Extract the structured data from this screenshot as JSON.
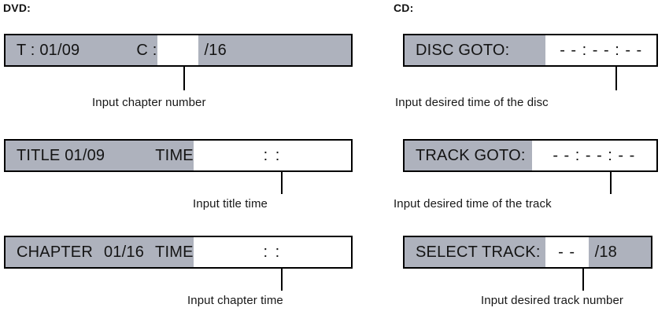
{
  "sections": {
    "dvd": {
      "heading": "DVD:"
    },
    "cd": {
      "heading": "CD:"
    }
  },
  "dvd_panels": [
    {
      "name": "title-chapter-select",
      "title_label": "T : 01/09",
      "chapter_label": "C :",
      "chapter_input_value": "",
      "chapter_total": "/16",
      "caption": "Input chapter number"
    },
    {
      "name": "title-time",
      "title_label": "TITLE  01/09",
      "time_label": "TIME",
      "time_input_value": ":      :",
      "caption": "Input title time"
    },
    {
      "name": "chapter-time",
      "chapter_label": "CHAPTER",
      "chapter_number": "01/16",
      "time_label": "TIME",
      "time_input_value": ":      :",
      "caption": "Input chapter time"
    }
  ],
  "cd_panels": [
    {
      "name": "disc-goto",
      "label": "DISC GOTO:",
      "input_value": "- - : - - : - -",
      "caption": "Input desired time of the disc"
    },
    {
      "name": "track-goto",
      "label": "TRACK GOTO:",
      "input_value": "- - : - - : - -",
      "caption": "Input desired time of the track"
    },
    {
      "name": "select-track",
      "label": "SELECT TRACK:",
      "input_value": "- -",
      "total": "/18",
      "caption": "Input desired track number"
    }
  ],
  "colors": {
    "panel_background": "#aeb2bd",
    "panel_border": "#000000",
    "input_background": "#ffffff",
    "text": "#141414",
    "page_background": "#ffffff"
  }
}
